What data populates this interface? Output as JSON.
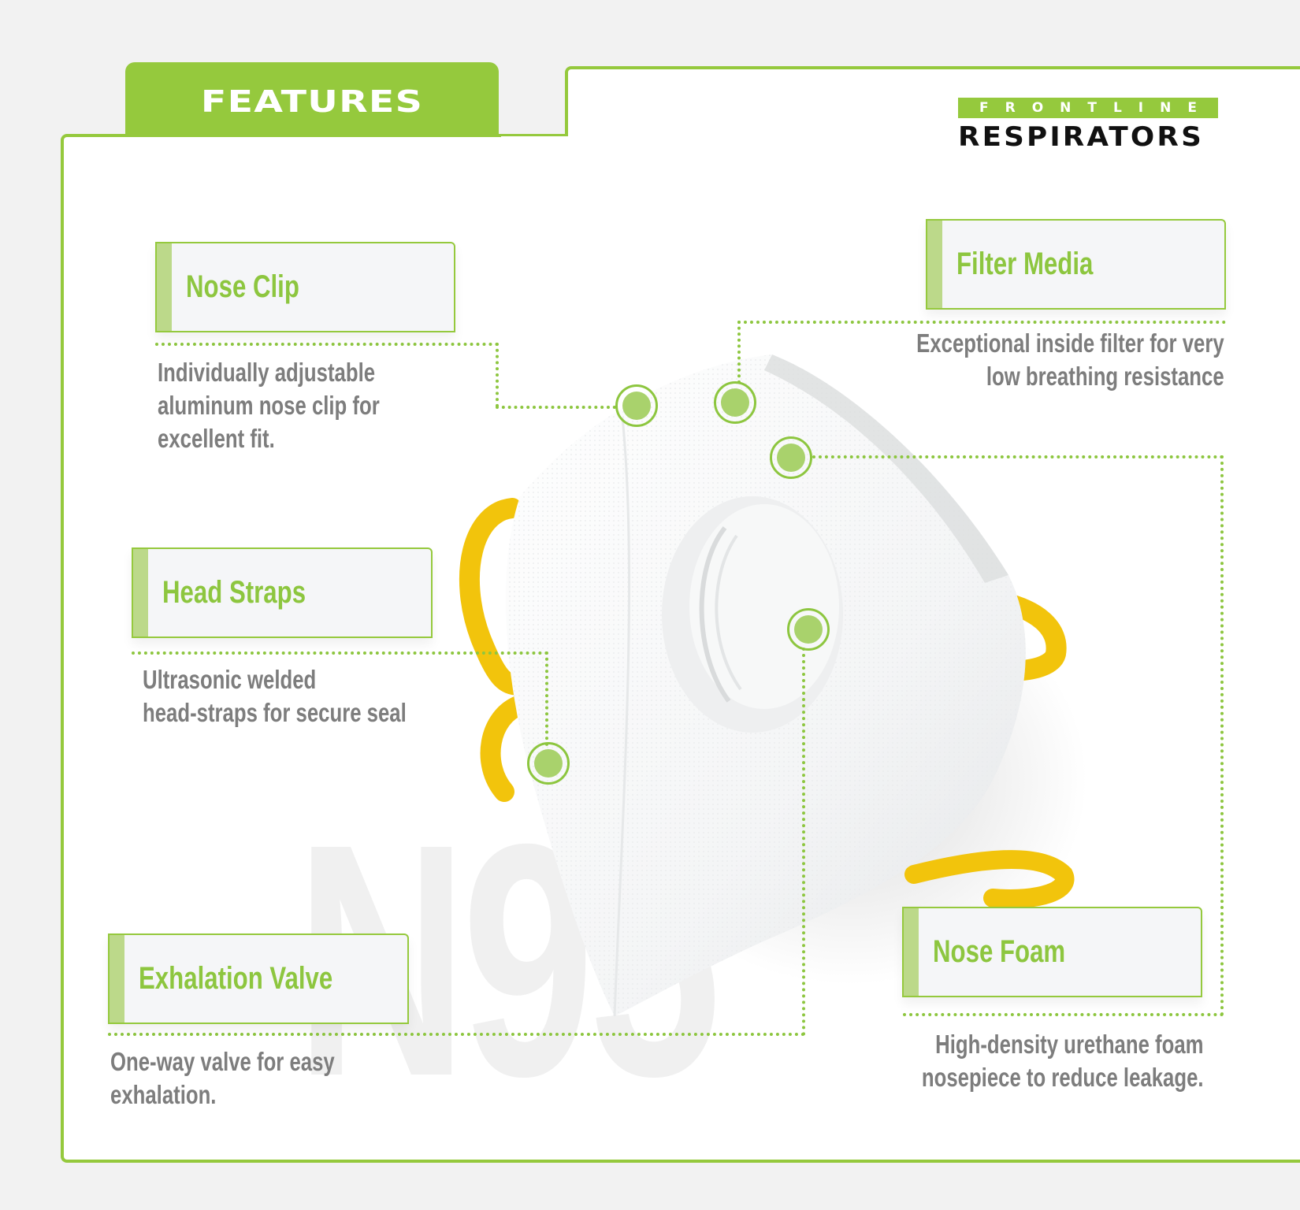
{
  "header": {
    "tab_label": "FEATURES",
    "logo_top": "FRONTLINE",
    "logo_bottom": "RESPIRATORS"
  },
  "watermark": "N95",
  "colors": {
    "accent": "#95c93d",
    "accent_light": "#bcd98a",
    "marker_fill": "#a9d26c",
    "text_gray": "#7d7d7d",
    "background": "#f2f2f2",
    "strap_yellow": "#f2c40c"
  },
  "features": [
    {
      "id": "nose-clip",
      "title": "Nose Clip",
      "desc": [
        "Individually adjustable",
        "aluminum nose clip for",
        "excellent fit."
      ]
    },
    {
      "id": "filter-media",
      "title": "Filter Media",
      "desc": [
        "Exceptional inside filter for very",
        "low breathing resistance"
      ]
    },
    {
      "id": "head-straps",
      "title": "Head Straps",
      "desc": [
        "Ultrasonic welded",
        "head-straps for secure seal"
      ]
    },
    {
      "id": "exhalation-valve",
      "title": "Exhalation Valve",
      "desc": [
        "One-way valve for easy",
        "exhalation."
      ]
    },
    {
      "id": "nose-foam",
      "title": "Nose Foam",
      "desc": [
        "High-density urethane foam",
        "nosepiece to reduce leakage."
      ]
    }
  ]
}
